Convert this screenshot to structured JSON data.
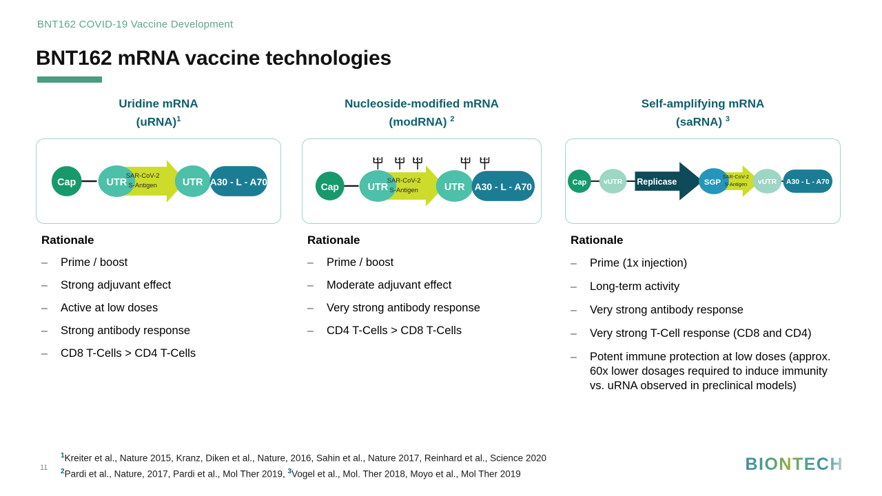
{
  "header": {
    "kicker": "BNT162 COVID-19 Vaccine Development",
    "title": "BNT162 mRNA vaccine technologies"
  },
  "colors": {
    "accent_green": "#4a9d7e",
    "kicker_green": "#5fa58a",
    "heading_teal": "#0e5f6e",
    "box_border": "#9fd3d2",
    "cap_green": "#16996b",
    "utr_teal": "#4cc0a8",
    "vutr_pale": "#9ed6c4",
    "antigen_yellow": "#cddc2a",
    "polya_blue": "#1b7d94",
    "replicase_dark": "#0e4a58",
    "sgp_blue": "#2596b8"
  },
  "columns": [
    {
      "heading_line1": "Uridine mRNA",
      "heading_line2": "(uRNA)",
      "heading_sup": "1",
      "diagram": {
        "name": "urna-construct",
        "elements": [
          "Cap",
          "UTR",
          "SAR-CoV-2 S-Antigen",
          "UTR",
          "A30 - L - A70"
        ],
        "antigen_label_line1": "SAR-CoV-2",
        "antigen_label_line2": "S-Antigen",
        "cap": "Cap",
        "utr_left": "UTR",
        "utr_right": "UTR",
        "polya": "A30 - L - A70",
        "modifications": 0
      },
      "rationale_title": "Rationale",
      "bullets": [
        "Prime / boost",
        "Strong adjuvant effect",
        "Active at low doses",
        "Strong antibody response",
        "CD8 T-Cells > CD4 T-Cells"
      ]
    },
    {
      "heading_line1": "Nucleoside-modified  mRNA",
      "heading_line2": "(modRNA) ",
      "heading_sup": "2",
      "diagram": {
        "name": "modrna-construct",
        "elements": [
          "Cap",
          "UTR",
          "SAR-CoV-2 S-Antigen",
          "UTR",
          "A30 - L - A70"
        ],
        "antigen_label_line1": "SAR-CoV-2",
        "antigen_label_line2": "S-Antigen",
        "cap": "Cap",
        "utr_left": "UTR",
        "utr_right": "UTR",
        "polya": "A30 - L - A70",
        "modifications": 5,
        "modification_symbol": "psi"
      },
      "rationale_title": "Rationale",
      "bullets": [
        "Prime / boost",
        "Moderate adjuvant effect",
        "Very strong antibody response",
        "CD4 T-Cells > CD8 T-Cells"
      ]
    },
    {
      "heading_line1": "Self-amplifying  mRNA",
      "heading_line2": "(saRNA) ",
      "heading_sup": "3",
      "diagram": {
        "name": "sarna-construct",
        "elements": [
          "Cap",
          "vUTR",
          "Replicase",
          "SGP",
          "SAR-CoV-2 S-Antigen",
          "vUTR",
          "A30 - L - A70"
        ],
        "antigen_label_line1": "SAR-CoV-2",
        "antigen_label_line2": "S-Antigen",
        "cap": "Cap",
        "vutr_left": "vUTR",
        "replicase": "Replicase",
        "sgp": "SGP",
        "vutr_right": "vUTR",
        "polya": "A30 - L - A70",
        "modifications": 0
      },
      "rationale_title": "Rationale",
      "bullets": [
        "Prime (1x injection)",
        "Long-term activity",
        "Very strong antibody response",
        "Very strong T-Cell response (CD8 and CD4)",
        "Potent immune protection at low doses (approx. 60x lower dosages required to induce immunity vs. uRNA observed in preclinical models)"
      ]
    }
  ],
  "footnotes": {
    "line1_sup": "1",
    "line1": "Kreiter et al., Nature 2015, Kranz, Diken et al., Nature, 2016,  Sahin et al., Nature 2017, Reinhard et al., Science 2020",
    "line2_sup": "2",
    "line2a": "Pardi et al., Nature, 2017, Pardi et al., Mol Ther 2019, ",
    "line2_sup2": "3",
    "line2b": "Vogel et al., Mol. Ther 2018, Moyo et al., Mol Ther 2019"
  },
  "slide_number": "11",
  "logo": "BIONTECH"
}
